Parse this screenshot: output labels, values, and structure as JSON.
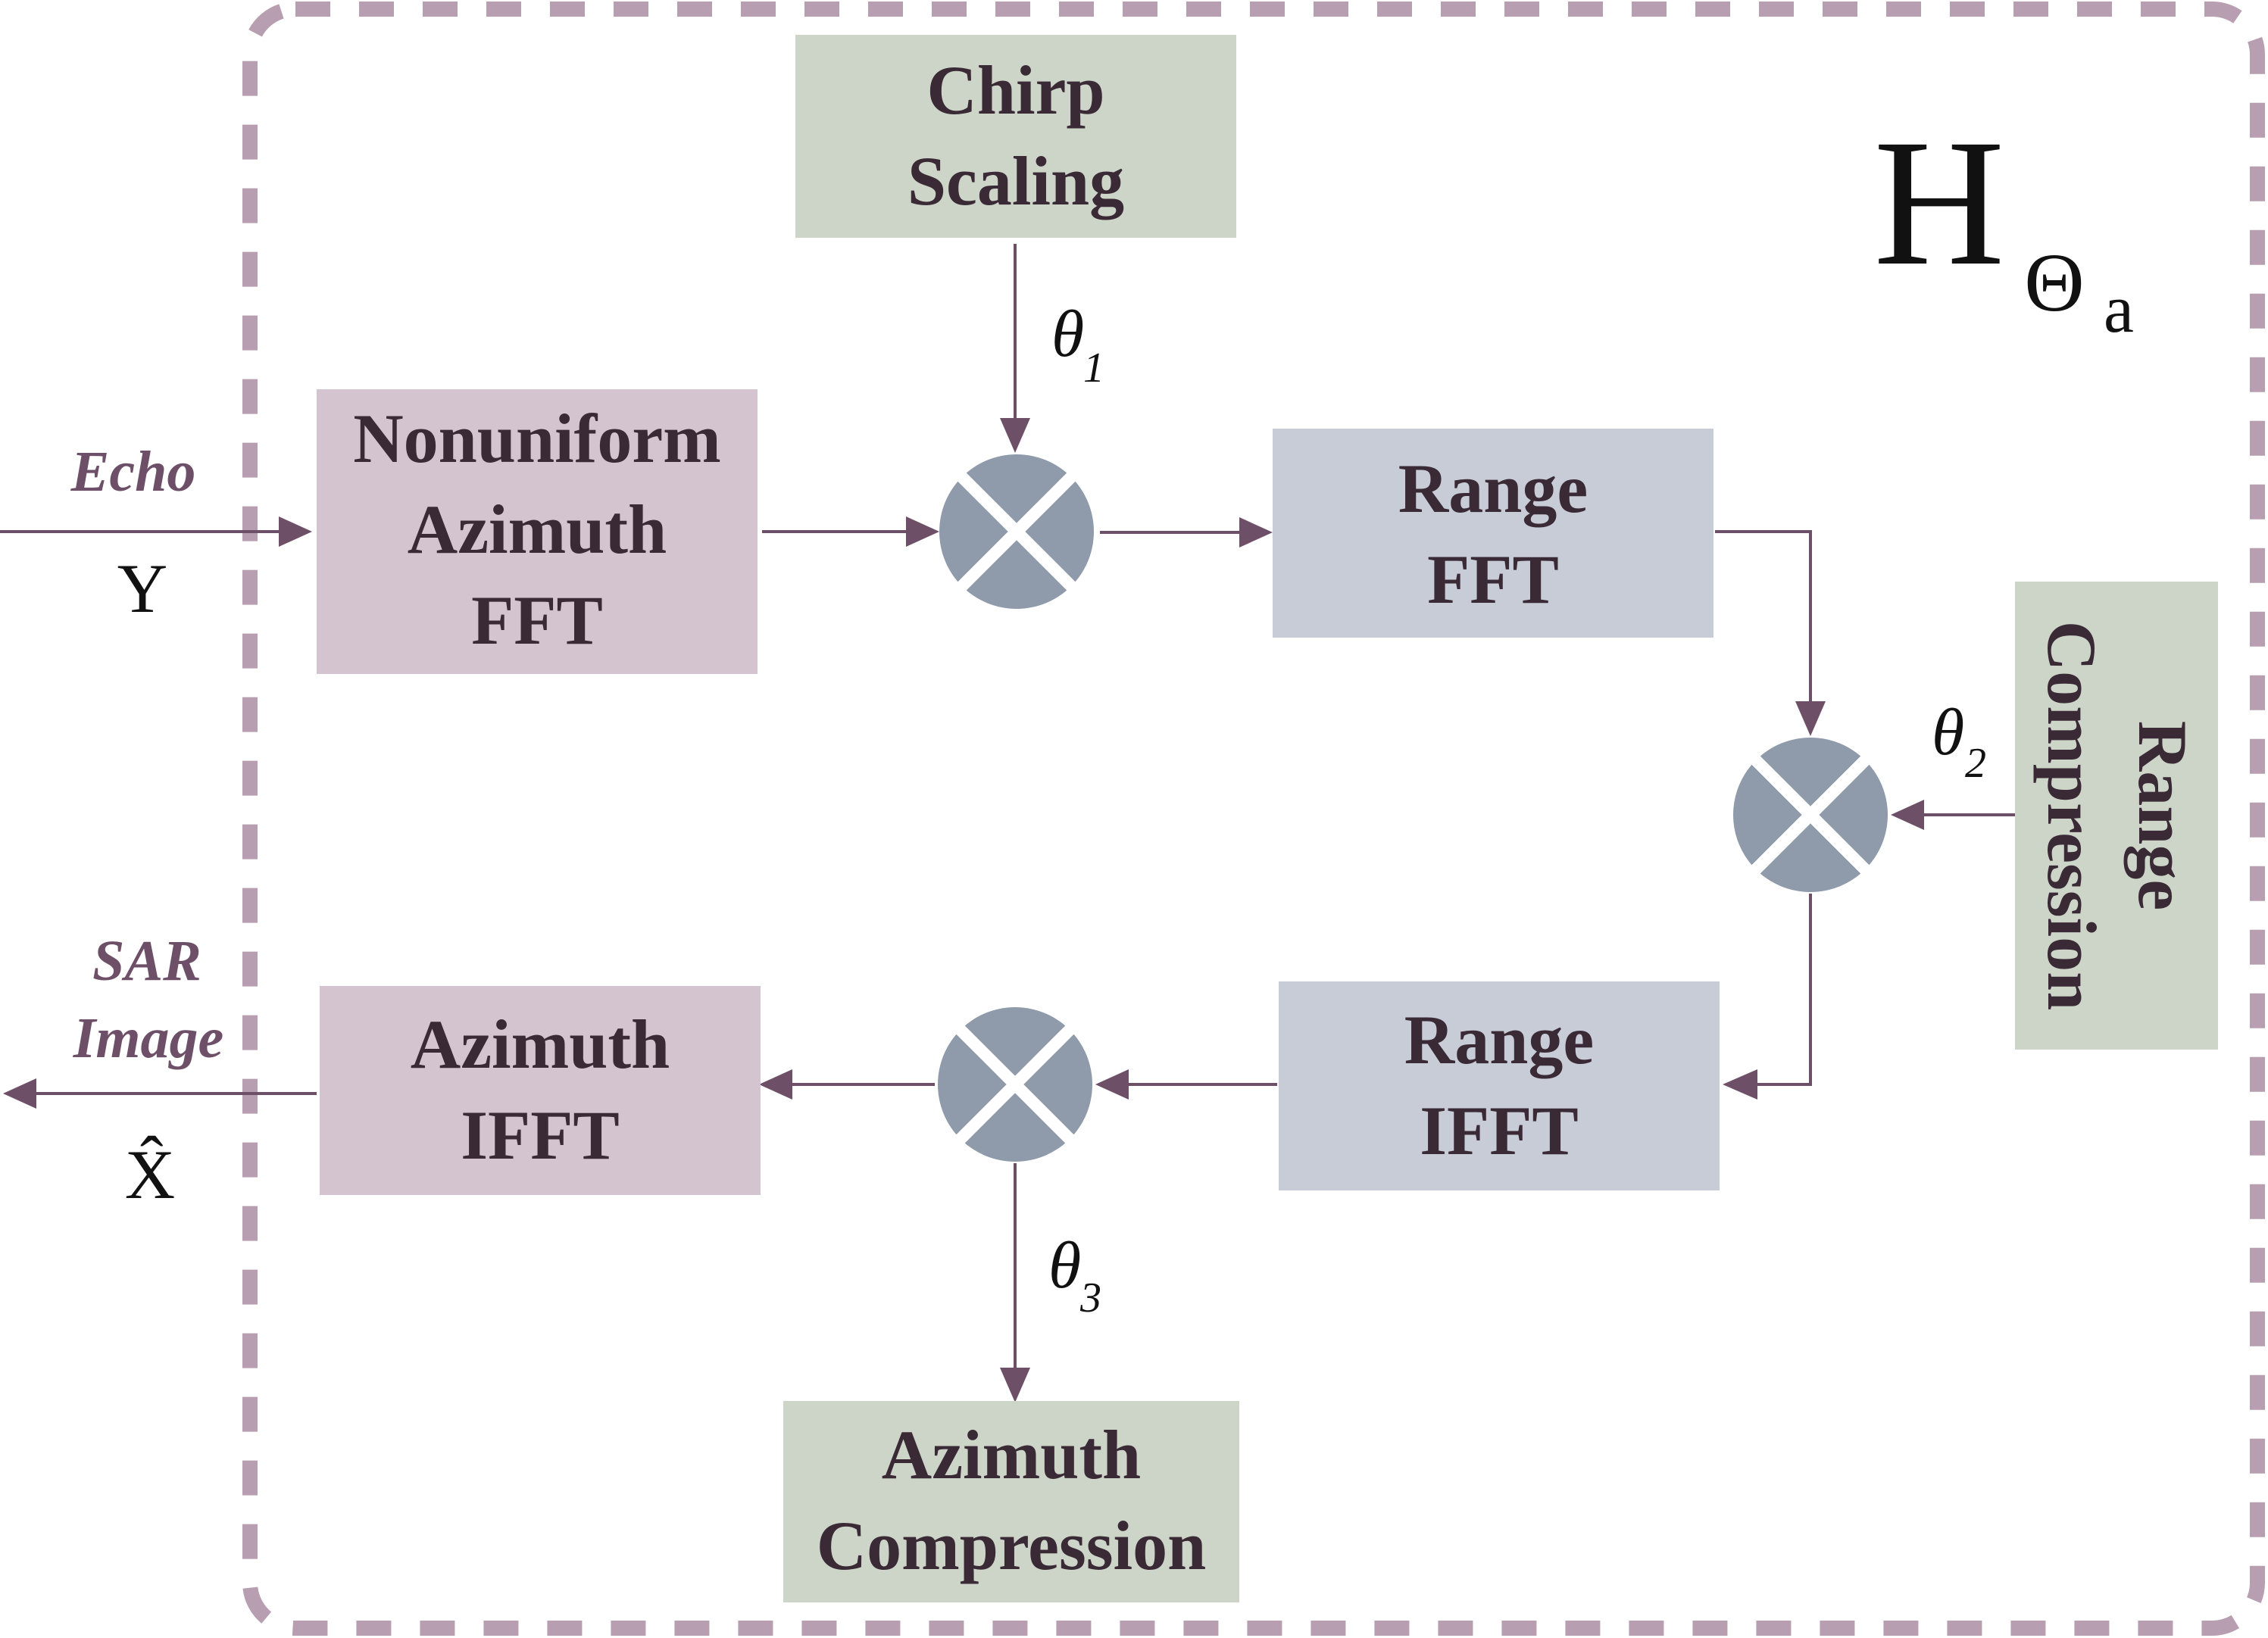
{
  "operator": {
    "main": "H",
    "subscript": "Θ",
    "sub_subscript": "a"
  },
  "blocks": {
    "chirp_scaling": [
      "Chirp",
      "Scaling"
    ],
    "nonuniform_azimuth_fft": [
      "Nonuniform",
      "Azimuth",
      "FFT"
    ],
    "range_fft": [
      "Range",
      "FFT"
    ],
    "range_compression": [
      "Range",
      "Compression"
    ],
    "range_ifft": [
      "Range",
      "IFFT"
    ],
    "azimuth_ifft": [
      "Azimuth",
      "IFFT"
    ],
    "azimuth_compression": [
      "Azimuth",
      "Compression"
    ]
  },
  "io": {
    "input_label": "Echo",
    "input_symbol": "Y",
    "output_label": [
      "SAR",
      "Image"
    ],
    "output_symbol": "X̂"
  },
  "params": {
    "theta1": {
      "base": "θ",
      "sub": "1"
    },
    "theta2": {
      "base": "θ",
      "sub": "2"
    },
    "theta3": {
      "base": "θ",
      "sub": "3"
    }
  },
  "colors": {
    "boundary": "#b79fb1",
    "wire": "#6e4f68",
    "mauve_block": "#d4c4cf",
    "blue_block": "#c7ccd6",
    "green_block": "#cdd5c9",
    "multiplier": "#8f9aaa"
  }
}
